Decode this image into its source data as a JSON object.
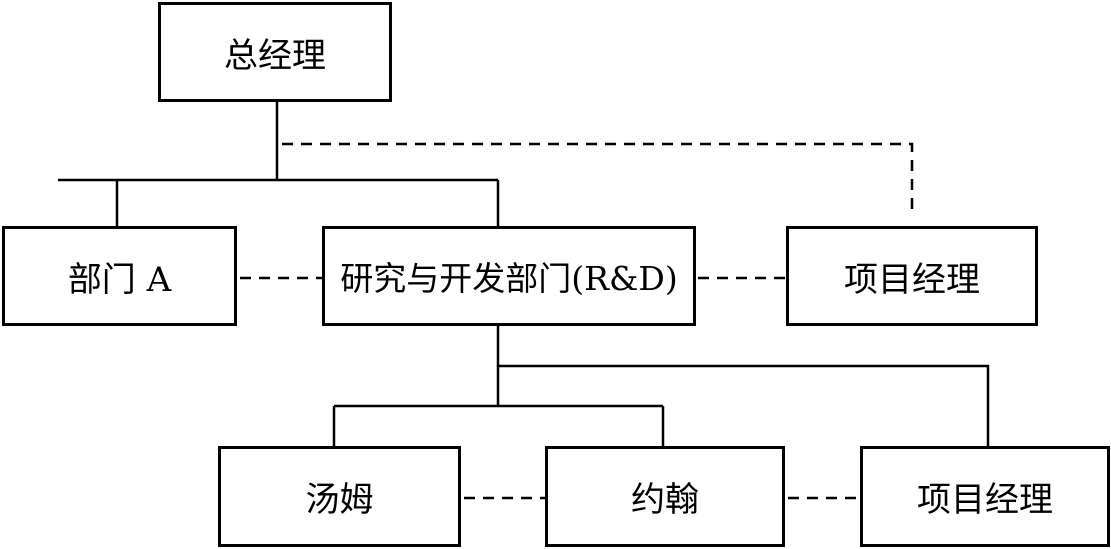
{
  "nodes": {
    "general_manager": "总经理",
    "department_a": "部门 A",
    "rd_department": "研究与开发部门(R&D)",
    "project_manager_top": "项目经理",
    "tom": "汤姆",
    "john": "约翰",
    "project_manager_bottom": "项目经理"
  },
  "colors": {
    "line": "#000000",
    "box_border": "#000000",
    "background": "#ffffff"
  }
}
